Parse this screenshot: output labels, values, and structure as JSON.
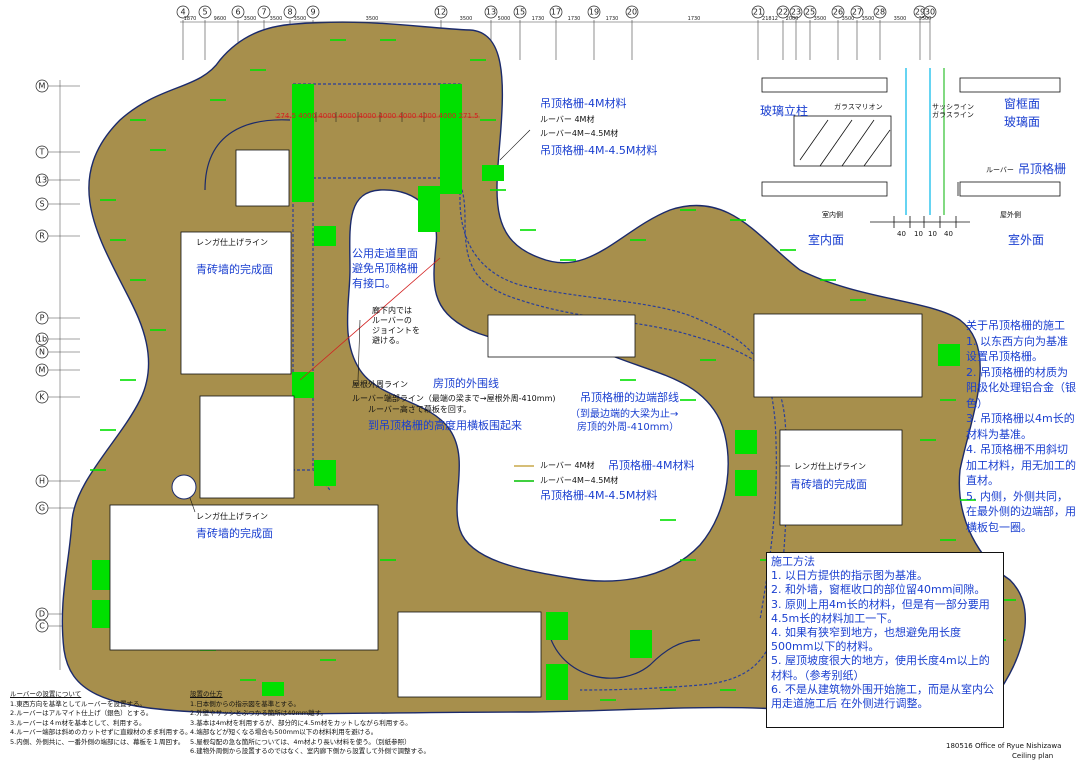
{
  "grid_top": [
    "4",
    "5",
    "6",
    "7",
    "8",
    "9",
    "12",
    "13",
    "15",
    "17",
    "19",
    "20",
    "21",
    "22",
    "23",
    "25",
    "26",
    "27",
    "28",
    "29",
    "30"
  ],
  "grid_left": [
    "M",
    "T",
    "13",
    "S",
    "R",
    "P",
    "1b",
    "N",
    "M",
    "K",
    "H",
    "G",
    "D",
    "C"
  ],
  "dims_top": [
    "1870",
    "9600",
    "3500",
    "3500",
    "3500",
    "3500",
    "3500",
    "5000",
    "1730",
    "1730",
    "1730",
    "1730",
    "21812",
    "2000",
    "3500",
    "3500",
    "3500",
    "3500",
    "3500"
  ],
  "dim_louver_row": "274.5 4000 4000 4000 4000 4000 4000 4000 4000 271.5",
  "labels": {
    "louver_4m_title": "吊顶格栅-4M材料",
    "louver_4m_jp": "ルーバー 4M材",
    "louver_45m_jp": "ルーバー4M~4.5M材",
    "louver_45m_title": "吊顶格栅-4M-4.5M材料",
    "glass_column": "玻璃立柱",
    "glass_mullion_jp": "ガラスマリオン",
    "sash_line": "サッシライン",
    "glass_line": "ガラスライン",
    "window_face": "窗框面",
    "glass_face": "玻璃面",
    "louver_jp": "ルーバー",
    "louver_cn": "吊顶格栅",
    "indoor_jp": "室内側",
    "outdoor_jp": "屋外側",
    "indoor_cn": "室内面",
    "outdoor_cn": "室外面",
    "detail_dims": [
      "40",
      "10",
      "10",
      "40"
    ],
    "brick_line_jp": "レンガ仕上げライン",
    "brick_face_cn": "青砖墙的完成面",
    "corridor_cn_1": "公用走道里面",
    "corridor_cn_2": "避免吊顶格栅",
    "corridor_cn_3": "有接口。",
    "corridor_jp_1": "廊下内では",
    "corridor_jp_2": "ルーバーの",
    "corridor_jp_3": "ジョイントを",
    "corridor_jp_4": "避ける。",
    "roof_outline_jp": "屋根外周ライン",
    "roof_outline_cn": "房顶的外围线",
    "louver_edge_jp": "ルーバー端部ライン（最端の梁まで→屋根外周-410mm)",
    "louver_height_jp": "ルーバー高さで幕板を回す。",
    "louver_height_cn": "到吊顶格栅的高度用横板围起来",
    "edge_line_cn_1": "吊顶格栅的边端部线",
    "edge_line_cn_2": "（到最边端的大梁为止→",
    "edge_line_cn_3": "房顶的外周-410mm）",
    "legend_4m_jp": "ルーバー 4M材",
    "legend_4m_cn": "吊顶格栅-4M材料",
    "legend_45m_jp": "ルーバー4M~4.5M材",
    "legend_45m_cn": "吊顶格栅-4M-4.5M材料"
  },
  "right_notes": [
    "关于吊顶格栅的施工",
    "1. 以东西方向为基准设置吊顶格栅。",
    "  2. 吊顶格栅的材质为阳极化处理铝合金（银色）",
    "3. 吊顶格栅以4m长的材料为基准。",
    "4. 吊顶格栅不用斜切加工材料，用无加工的直材。",
    "5. 内侧，外侧共同，在最外侧的边端部，用横板包一圈。"
  ],
  "method_notes": [
    "施工方法",
    "1. 以日方提供的指示图为基准。",
    "2. 和外墙，窗框收口的部位留40mm间隙。",
    "3. 原则上用4m长的材料，但是有一部分要用4.5m长的材料加工一下。",
    "4. 如果有狭窄到地方，也想避免用长度500mm以下的材料。",
    "5. 屋顶坡度很大的地方，使用长度4m以上的材料。（参考别纸）",
    "6. 不是从建筑物外围开始施工，而是从室内公用走道施工后 在外侧进行调整。"
  ],
  "jp_notes_1": [
    "ルーバーの設置について",
    "1.東西方向を基準としてルーバーを設置する。",
    "2.ルーバーはアルマイト仕上げ（銀色）とする。",
    "3.ルーバーは４m材を基本として、利用する。",
    "4.ルーバー端部は斜めのカットせずに直線材のまま利用する。",
    "5.内側、外側共に、一番外側の端部には、幕板を１周回す。"
  ],
  "jp_notes_2": [
    "設置の仕方",
    "1.日本側からの指示図を基準とする。",
    "2.外壁やサッシとぶつかる箇所は40mm離す。",
    "3.基本は4m材を利用するが、部分的に4.5m材をカットしながら利用する。",
    "4.端部などが短くなる場合も500mm以下の材料利用を避ける。",
    "5.屋根勾配の急な箇所については、4m材より長い材料を使う。（別紙参照）",
    "6.建物外周側から設置するのではなく、室内廊下側から設置して外側で調整する。"
  ],
  "footer": {
    "date_office": "180516   Office of Ryue Nishizawa",
    "sheet": "Ceiling plan"
  },
  "colors": {
    "roof_fill": "#a78f4c",
    "green": "#00e000",
    "blue_text": "#1a3fd0",
    "dim_red": "#d22020",
    "cyan_line": "#00b7e8"
  }
}
